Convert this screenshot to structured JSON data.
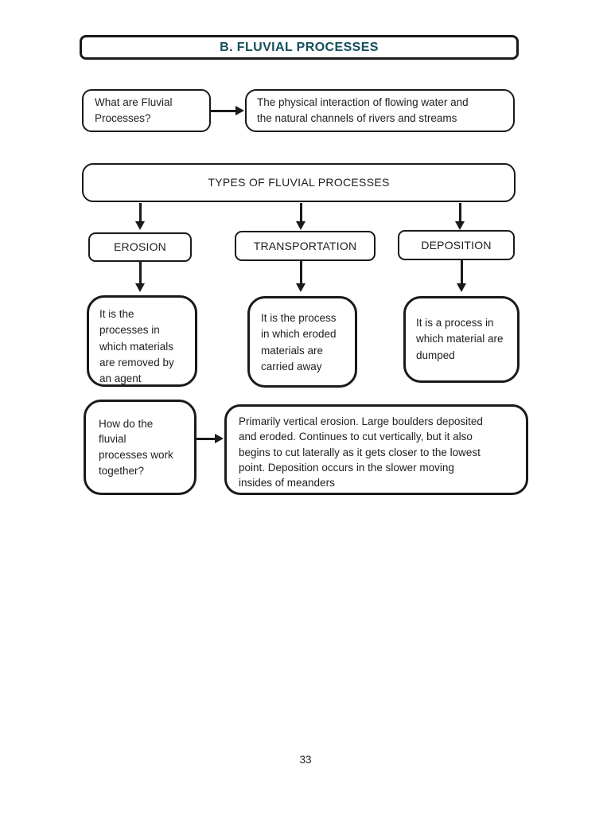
{
  "header": {
    "title": "B. FLUVIAL PROCESSES",
    "title_color": "#134F5C",
    "border_color": "#1A1A1A"
  },
  "intro": {
    "question": "What are Fluvial\nProcesses?",
    "answer": "The physical interaction of flowing water and\nthe natural channels of rivers and streams"
  },
  "types": {
    "header": "TYPES OF FLUVIAL PROCESSES",
    "items": [
      {
        "label": "EROSION",
        "description": "It is the\nprocesses in\nwhich materials\nare removed by\nan agent"
      },
      {
        "label": "TRANSPORTATION",
        "description": "It is the process\nin which eroded\nmaterials are\ncarried away"
      },
      {
        "label": "DEPOSITION",
        "description": "It is a process in\nwhich material are\ndumped"
      }
    ]
  },
  "synthesis": {
    "question": "How do the\nfluvial\nprocesses work\ntogether?",
    "answer": "Primarily vertical erosion. Large boulders deposited\nand eroded. Continues to cut vertically, but it also\nbegins to cut laterally as it gets closer to the lowest\npoint. Deposition occurs in the slower moving\ninsides of meanders"
  },
  "footer": {
    "page_number": "33"
  }
}
